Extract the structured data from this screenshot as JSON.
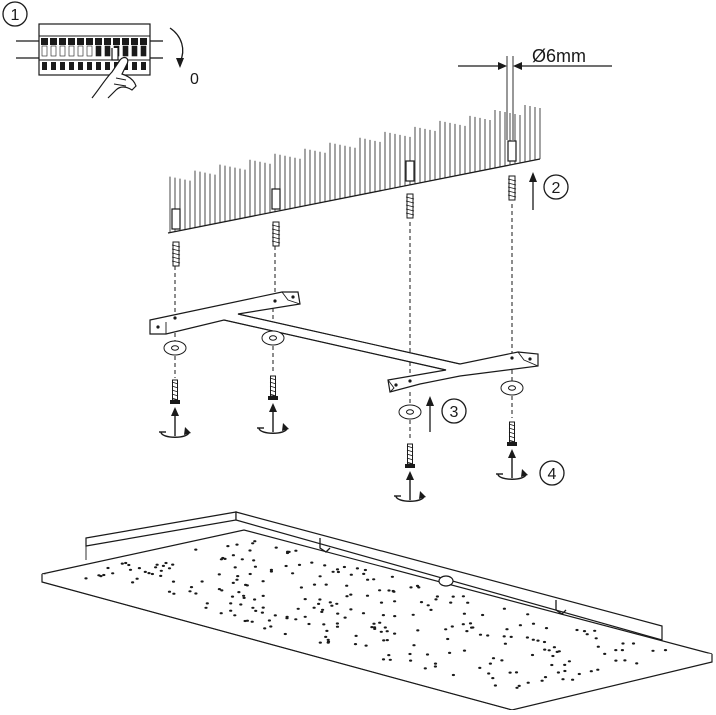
{
  "steps": {
    "s1": "1",
    "s2": "2",
    "s3": "3",
    "s4": "4"
  },
  "labels": {
    "off_value": "0",
    "diameter": "Ø6mm"
  },
  "icons": {
    "breaker": "circuit-breaker-icon",
    "hand": "hand-icon",
    "rotate": "rotate-arrow-icon",
    "up": "up-arrow-icon"
  }
}
